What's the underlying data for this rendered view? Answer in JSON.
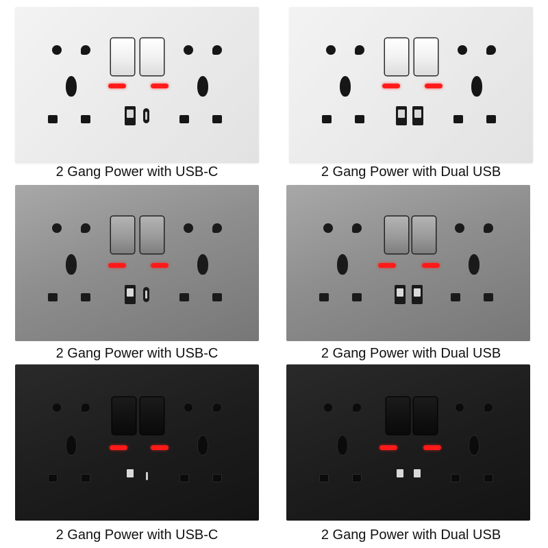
{
  "products": [
    {
      "finish": "white",
      "variant": "usb-c",
      "caption": "2 Gang Power with USB-C"
    },
    {
      "finish": "white",
      "variant": "dual-usb",
      "caption": "2 Gang Power with Dual USB"
    },
    {
      "finish": "grey",
      "variant": "usb-c",
      "caption": "2 Gang Power with USB-C"
    },
    {
      "finish": "grey",
      "variant": "dual-usb",
      "caption": "2 Gang Power with Dual USB"
    },
    {
      "finish": "black",
      "variant": "usb-c",
      "caption": "2 Gang Power with USB-C"
    },
    {
      "finish": "black",
      "variant": "dual-usb",
      "caption": "2 Gang Power with Dual USB"
    }
  ],
  "colors": {
    "indicator": "#ff1a1a",
    "white_panel": "#ececec",
    "grey_panel": "#8e8e8e",
    "black_panel": "#1c1c1c"
  }
}
